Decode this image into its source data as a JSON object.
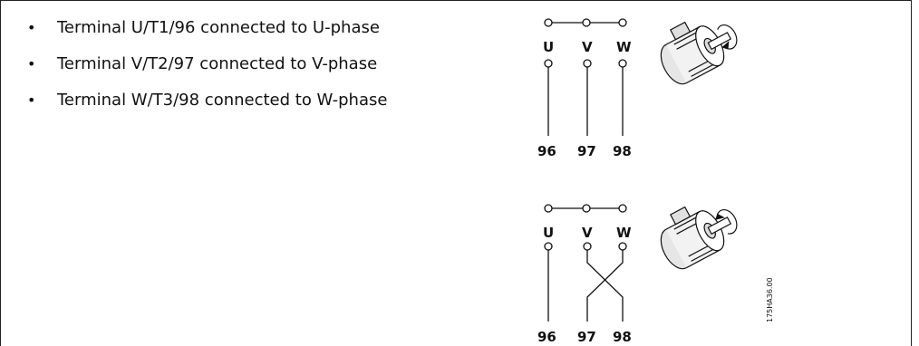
{
  "bullets": [
    "Terminal U/T1/96 connected to U-phase",
    "Terminal V/T2/97 connected to V-phase",
    "Terminal W/T3/98 connected to W-phase"
  ],
  "diagram_top": {
    "phase_labels": [
      "U",
      "V",
      "W"
    ],
    "terminal_numbers": [
      "96",
      "97",
      "98"
    ],
    "wiring": "straight"
  },
  "diagram_bottom": {
    "phase_labels": [
      "U",
      "V",
      "W"
    ],
    "terminal_numbers": [
      "96",
      "97",
      "98"
    ],
    "wiring": "V-W swapped"
  },
  "figure_code": "175HA36.00"
}
